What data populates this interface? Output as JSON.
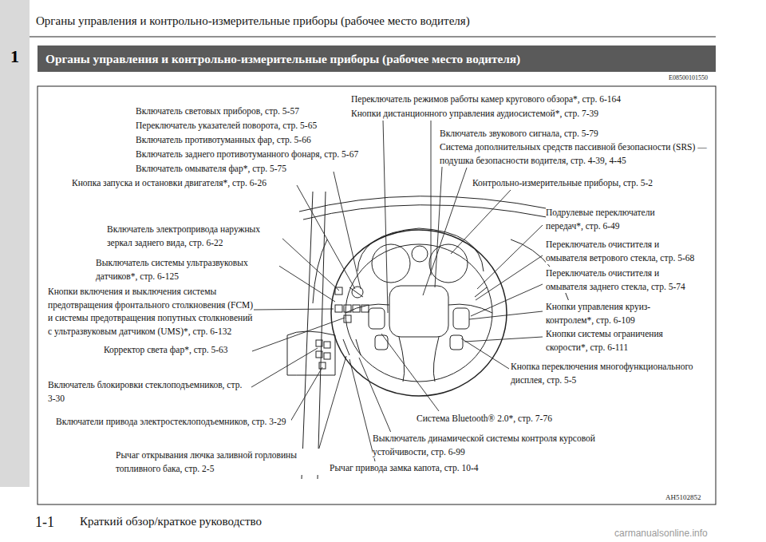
{
  "diagram": {
    "title": "Органы управления и контрольно-измерительные приборы (рабочее место водителя)",
    "nodes": [
      {
        "text": [
          "1"
        ]
      },
      {
        "text": [
          "Органы управления и контрольно-измерительные приборы (рабочее место водителя)"
        ]
      }
    ],
    "edges": [],
    "labels": [
      "E08500101550",
      "Включатель световых приборов, стр. 5-57",
      "Переключатель указателей поворота, стр. 5-65",
      "Включатель противотуманных фар, стр. 5-66",
      "Включатель заднего противотуманного фонаря, стр. 5-67",
      "Включатель омывателя фар*, стр. 5-75",
      "Переключатель режимов работы камер кругового обзора*, стр. 6-164",
      "Кнопки дистанционного управления аудиосистемой*, стр. 7-39",
      "Включатель звукового сигнала, стр. 5-79",
      "Система дополнительных средств пассивной безопасности (SRS) — подушка безопасности водителя, стр. 4-39, 4-45",
      "Кнопка запуска и остановки двигателя*, стр. 6-26",
      "Контрольно-измерительные приборы, стр. 5-2",
      "Подрулевые переключатели передач*, стр. 6-49",
      "Включатель электропривода наружных зеркал заднего вида, стр. 6-22",
      "Переключатель очистителя и омывателя ветрового стекла, стр. 5-68",
      "Переключатель очистителя и омывателя заднего стекла, стр. 5-74",
      "Выключатель системы ультразвуковых датчиков*, стр. 6-125",
      "Кнопки включения и выключения системы предотвращения фронтального столкновения (FCM) и системы предотвращения попутных столкновений с ультразвуковым датчиком (UMS)*, стр. 6-132",
      "Кнопки управления круиз-контролем*, стр. 6-109",
      "Кнопки системы ограничения скорости*, стр. 6-111",
      "Корректор света фар*, стр. 5-63",
      "Кнопка переключения многофункционального дисплея, стр. 5-5",
      "Включатель блокировки стеклоподъемников, стр. 3-30",
      "Включатели привода электростеклоподъемников, стр. 3-29",
      "Система Bluetooth® 2.0*, стр. 7-76",
      "Выключатель динамической системы контроля курсовой устойчивости, стр. 6-99",
      "Рычаг открывания лючка заливной горловины топливного бака, стр. 2-5",
      "Рычаг привода замка капота, стр. 10-4",
      "AH5102852",
      "1-1",
      "Краткий обзор/краткое руководство",
      "carmanualsonline.info"
    ]
  }
}
